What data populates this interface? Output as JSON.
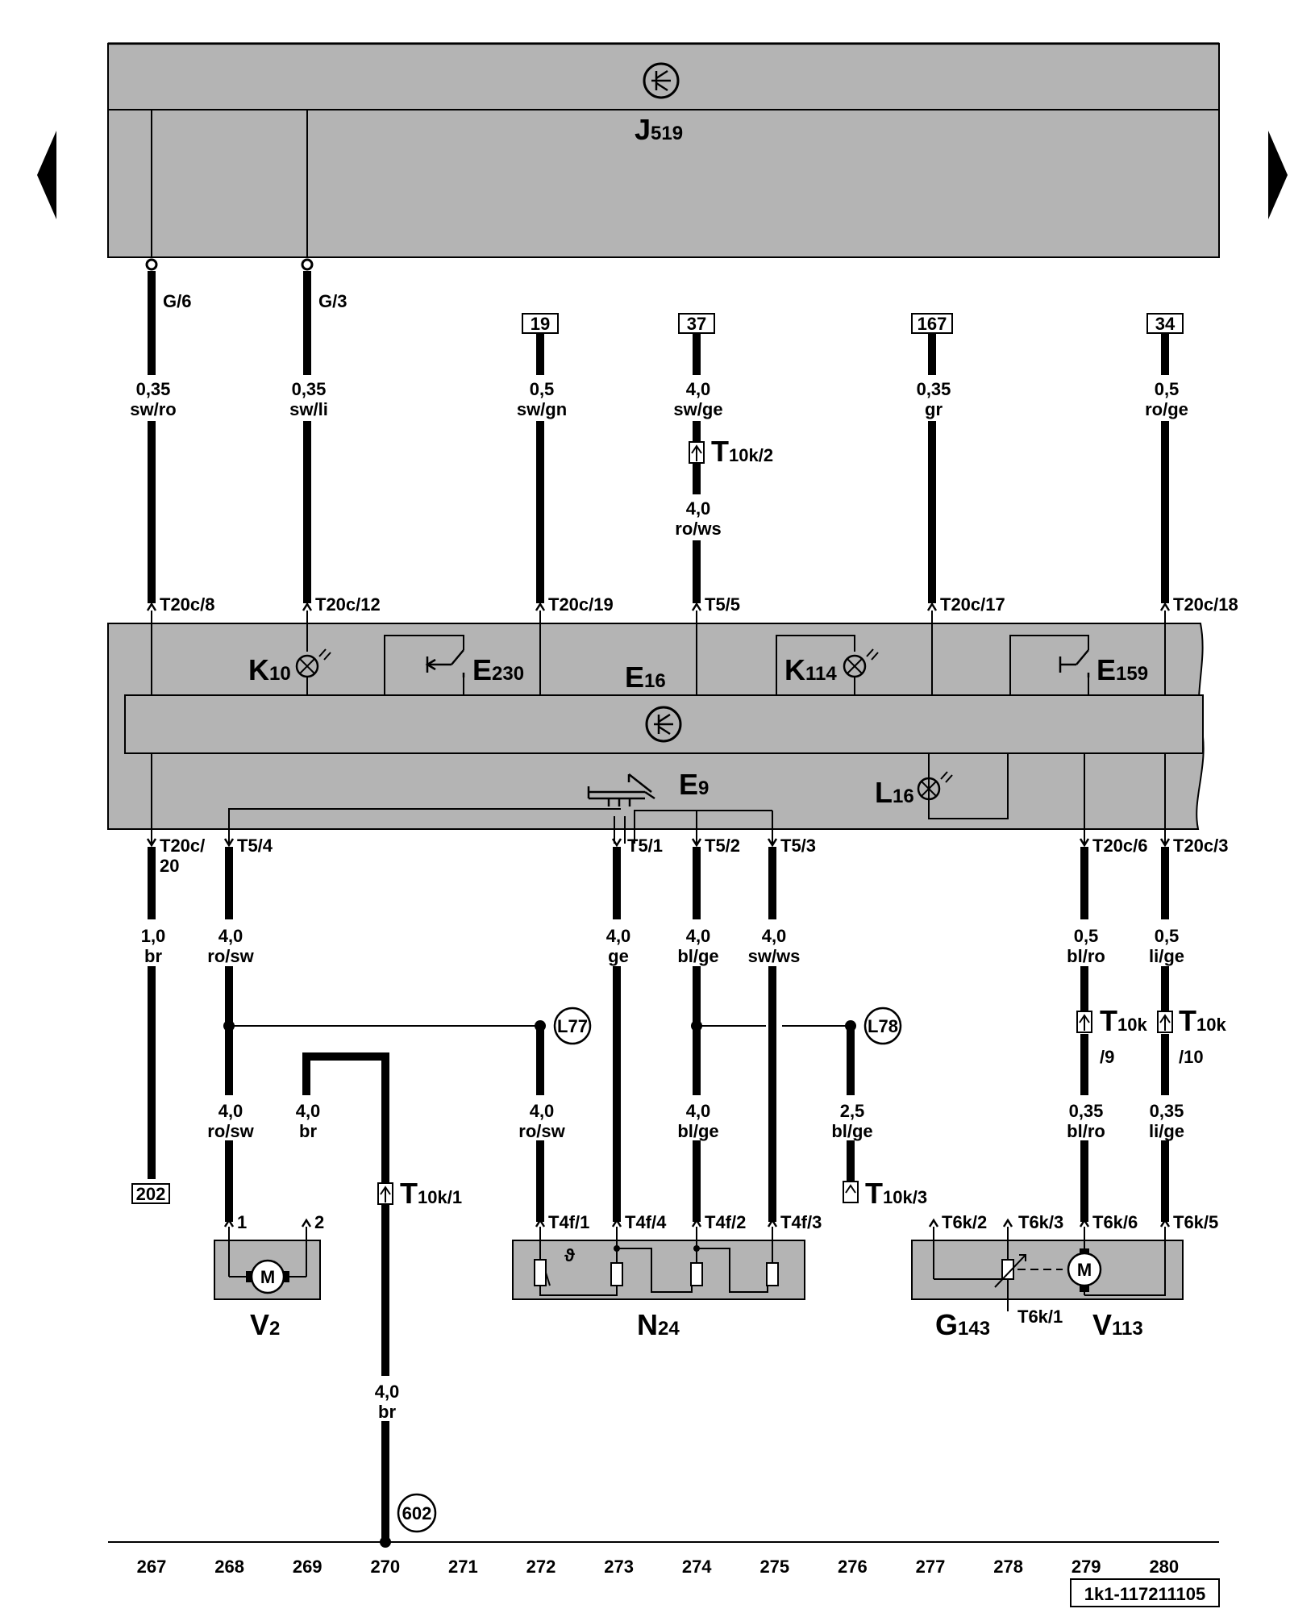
{
  "navigation": {
    "prev_icon": "triangle-left",
    "next_icon": "triangle-right"
  },
  "j519": {
    "main": "J",
    "sub": "519"
  },
  "e16": {
    "main": "E",
    "sub": "16"
  },
  "components": {
    "K10": {
      "main": "K",
      "sub": "10"
    },
    "E230": {
      "main": "E",
      "sub": "230"
    },
    "K114": {
      "main": "K",
      "sub": "114"
    },
    "E159": {
      "main": "E",
      "sub": "159"
    },
    "E9": {
      "main": "E",
      "sub": "9"
    },
    "L16": {
      "main": "L",
      "sub": "16"
    },
    "V2": {
      "main": "V",
      "sub": "2"
    },
    "N24": {
      "main": "N",
      "sub": "24"
    },
    "G143": {
      "main": "G",
      "sub": "143"
    },
    "V113": {
      "main": "V",
      "sub": "113"
    }
  },
  "pins_top": {
    "g6": "G/6",
    "g3": "G/3"
  },
  "refs_top": {
    "r19": "19",
    "r37": "37",
    "r167": "167",
    "r34": "34"
  },
  "wires_top": {
    "w1_gauge": "0,35",
    "w1_color": "sw/ro",
    "w2_gauge": "0,35",
    "w2_color": "sw/li",
    "w3_gauge": "0,5",
    "w3_color": "sw/gn",
    "w4_gauge": "4,0",
    "w4_color": "sw/ge",
    "w4b_gauge": "4,0",
    "w4b_color": "ro/ws",
    "w5_gauge": "0,35",
    "w5_color": "gr",
    "w6_gauge": "0,5",
    "w6_color": "ro/ge"
  },
  "t10k2": {
    "main": "T",
    "sub": "10k/2"
  },
  "conn_upper": {
    "c1": "T20c/8",
    "c2": "T20c/12",
    "c3": "T20c/19",
    "c4": "T5/5",
    "c5": "T20c/17",
    "c6": "T20c/18"
  },
  "conn_lower": {
    "c1a": "T20c/",
    "c1b": "20",
    "c2": "T5/4",
    "c3": "T5/1",
    "c4": "T5/2",
    "c5": "T5/3",
    "c6": "T20c/6",
    "c7": "T20c/3"
  },
  "wires_mid": {
    "a_gauge": "1,0",
    "a_color": "br",
    "b_gauge": "4,0",
    "b_color": "ro/sw",
    "c_gauge": "4,0",
    "c_color": "ge",
    "d_gauge": "4,0",
    "d_color": "bl/ge",
    "e_gauge": "4,0",
    "e_color": "sw/ws",
    "f_gauge": "0,5",
    "f_color": "bl/ro",
    "g_gauge": "0,5",
    "g_color": "li/ge"
  },
  "splices": {
    "l77": "L77",
    "l78": "L78"
  },
  "t10k9": {
    "main": "T",
    "sub": "10k",
    "sub2": "/9"
  },
  "t10k10": {
    "main": "T",
    "sub": "10k",
    "sub2": "/10"
  },
  "wires_low": {
    "h_gauge": "4,0",
    "h_color": "ro/sw",
    "i_gauge": "4,0",
    "i_color": "br",
    "j_gauge": "4,0",
    "j_color": "ro/sw",
    "k_gauge": "4,0",
    "k_color": "bl/ge",
    "l_gauge": "2,5",
    "l_color": "bl/ge",
    "m_gauge": "0,35",
    "m_color": "bl/ro",
    "n_gauge": "0,35",
    "n_color": "li/ge",
    "o_gauge": "4,0",
    "o_color": "br"
  },
  "ref_202": "202",
  "t10k1": {
    "main": "T",
    "sub": "10k/1"
  },
  "t10k3": {
    "main": "T",
    "sub": "10k/3"
  },
  "v2_pins": {
    "p1": "1",
    "p2": "2",
    "motor": "M"
  },
  "n24_pins": {
    "p1": "T4f/1",
    "p4": "T4f/4",
    "p2": "T4f/2",
    "p3": "T4f/3",
    "theta": "ϑ"
  },
  "g143_pins": {
    "p2": "T6k/2",
    "p3": "T6k/3",
    "p6": "T6k/6",
    "p5": "T6k/5",
    "p1": "T6k/1",
    "motor": "M"
  },
  "ground": "602",
  "columns": [
    "267",
    "268",
    "269",
    "270",
    "271",
    "272",
    "273",
    "274",
    "275",
    "276",
    "277",
    "278",
    "279",
    "280"
  ],
  "doc_id": "1k1-117211105"
}
